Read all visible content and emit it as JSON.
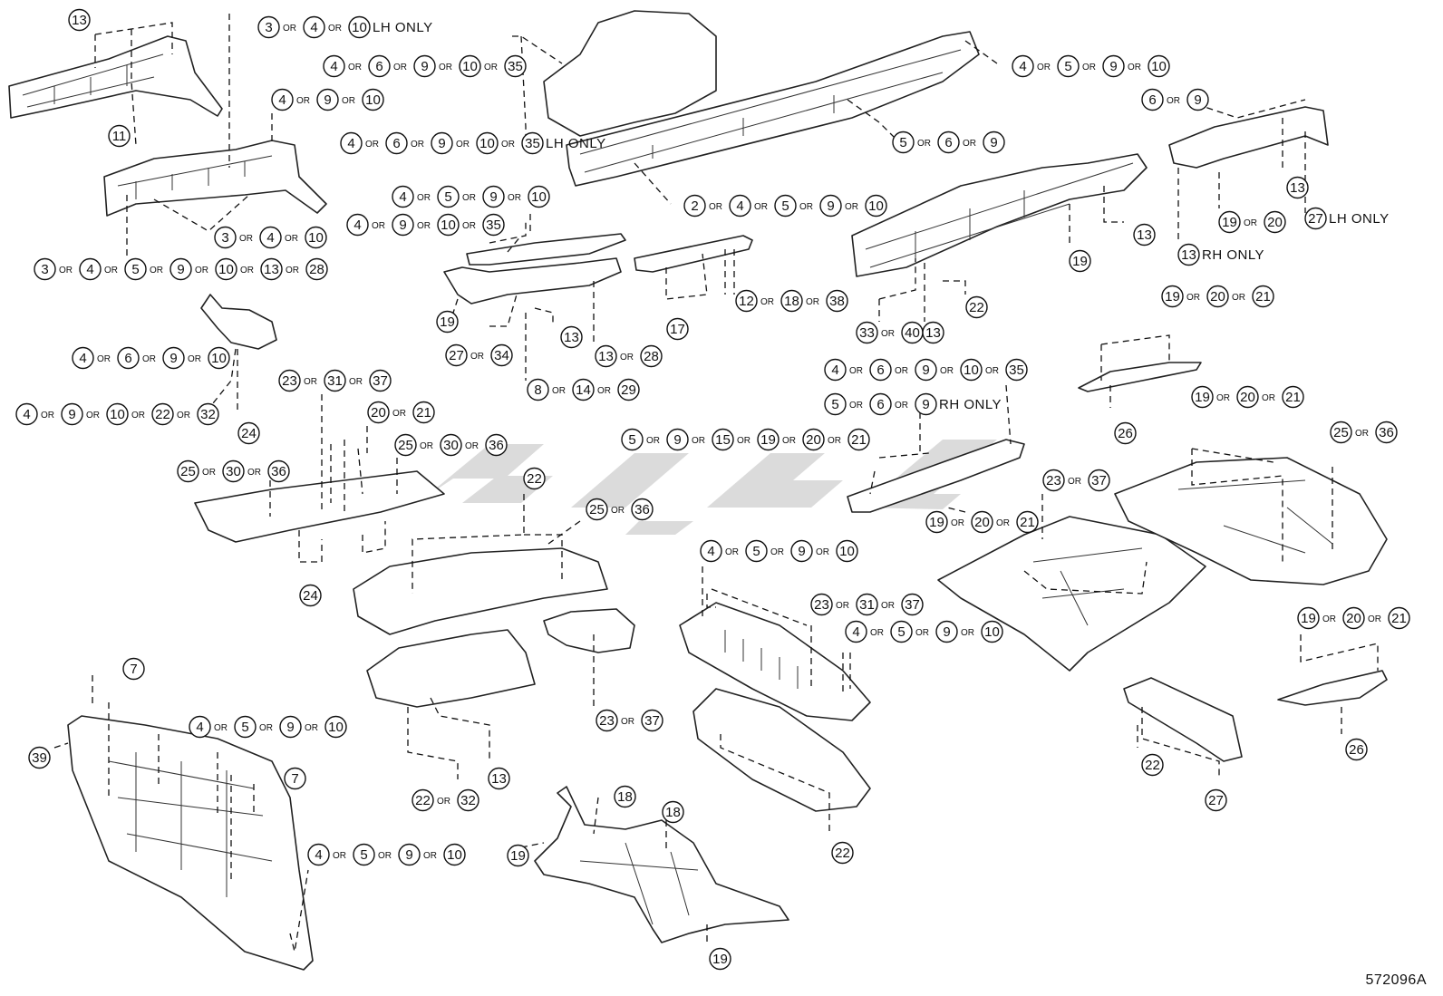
{
  "diagram_code": "572096A",
  "labels": [
    {
      "id": "c01",
      "parts": [
        "13"
      ],
      "note": ""
    },
    {
      "id": "c02",
      "parts": [
        "11"
      ],
      "note": ""
    },
    {
      "id": "c03",
      "parts": [
        "3",
        "4",
        "10"
      ],
      "note": "LH ONLY"
    },
    {
      "id": "c04",
      "parts": [
        "4",
        "9",
        "10"
      ],
      "note": ""
    },
    {
      "id": "c05",
      "parts": [
        "3",
        "4",
        "10"
      ],
      "note": ""
    },
    {
      "id": "c06",
      "parts": [
        "3",
        "4",
        "5",
        "9",
        "10",
        "13",
        "28"
      ],
      "note": ""
    },
    {
      "id": "c07",
      "parts": [
        "4",
        "6",
        "9",
        "10",
        "35"
      ],
      "note": ""
    },
    {
      "id": "c08",
      "parts": [
        "4",
        "6",
        "9",
        "10",
        "35"
      ],
      "note": "LH ONLY"
    },
    {
      "id": "c09",
      "parts": [
        "4",
        "5",
        "9",
        "10"
      ],
      "note": ""
    },
    {
      "id": "c10",
      "parts": [
        "5",
        "6",
        "9"
      ],
      "note": ""
    },
    {
      "id": "c11",
      "parts": [
        "2",
        "4",
        "5",
        "9",
        "10"
      ],
      "note": ""
    },
    {
      "id": "c12",
      "parts": [
        "6",
        "9"
      ],
      "note": ""
    },
    {
      "id": "c13",
      "parts": [
        "13"
      ],
      "note": ""
    },
    {
      "id": "c14",
      "parts": [
        "19",
        "20"
      ],
      "note": ""
    },
    {
      "id": "c15",
      "parts": [
        "27"
      ],
      "note": "LH ONLY"
    },
    {
      "id": "c16",
      "parts": [
        "13"
      ],
      "note": "RH ONLY"
    },
    {
      "id": "c17",
      "parts": [
        "13"
      ],
      "note": ""
    },
    {
      "id": "c18",
      "parts": [
        "19"
      ],
      "note": ""
    },
    {
      "id": "c19",
      "parts": [
        "4",
        "5",
        "9",
        "10"
      ],
      "note": ""
    },
    {
      "id": "c20",
      "parts": [
        "4",
        "9",
        "10",
        "35"
      ],
      "note": ""
    },
    {
      "id": "c21",
      "parts": [
        "19"
      ],
      "note": ""
    },
    {
      "id": "c22",
      "parts": [
        "13"
      ],
      "note": ""
    },
    {
      "id": "c23",
      "parts": [
        "27",
        "34"
      ],
      "note": ""
    },
    {
      "id": "c24",
      "parts": [
        "13",
        "28"
      ],
      "note": ""
    },
    {
      "id": "c25",
      "parts": [
        "8",
        "14",
        "29"
      ],
      "note": ""
    },
    {
      "id": "c26",
      "parts": [
        "17"
      ],
      "note": ""
    },
    {
      "id": "c27",
      "parts": [
        "12",
        "18",
        "38"
      ],
      "note": ""
    },
    {
      "id": "c28",
      "parts": [
        "33",
        "40"
      ],
      "note": ""
    },
    {
      "id": "c29",
      "parts": [
        "13"
      ],
      "note": ""
    },
    {
      "id": "c30",
      "parts": [
        "22"
      ],
      "note": ""
    },
    {
      "id": "c31",
      "parts": [
        "4",
        "6",
        "9",
        "10"
      ],
      "note": ""
    },
    {
      "id": "c32",
      "parts": [
        "4",
        "9",
        "10",
        "22",
        "32"
      ],
      "note": ""
    },
    {
      "id": "c33",
      "parts": [
        "24"
      ],
      "note": ""
    },
    {
      "id": "c34",
      "parts": [
        "23",
        "31",
        "37"
      ],
      "note": ""
    },
    {
      "id": "c35",
      "parts": [
        "20",
        "21"
      ],
      "note": ""
    },
    {
      "id": "c36",
      "parts": [
        "25",
        "30",
        "36"
      ],
      "note": ""
    },
    {
      "id": "c37",
      "parts": [
        "25",
        "30",
        "36"
      ],
      "note": ""
    },
    {
      "id": "c38",
      "parts": [
        "24"
      ],
      "note": ""
    },
    {
      "id": "c39",
      "parts": [
        "22"
      ],
      "note": ""
    },
    {
      "id": "c40",
      "parts": [
        "25",
        "36"
      ],
      "note": ""
    },
    {
      "id": "c41",
      "parts": [
        "4",
        "6",
        "9",
        "10",
        "35"
      ],
      "note": ""
    },
    {
      "id": "c42",
      "parts": [
        "5",
        "6",
        "9"
      ],
      "note": "RH ONLY"
    },
    {
      "id": "c43",
      "parts": [
        "5",
        "9",
        "15",
        "19",
        "20",
        "21"
      ],
      "note": ""
    },
    {
      "id": "c44",
      "parts": [
        "19",
        "20",
        "21"
      ],
      "note": ""
    },
    {
      "id": "c45",
      "parts": [
        "26"
      ],
      "note": ""
    },
    {
      "id": "c46",
      "parts": [
        "19",
        "20",
        "21"
      ],
      "note": ""
    },
    {
      "id": "c47",
      "parts": [
        "25",
        "36"
      ],
      "note": ""
    },
    {
      "id": "c48",
      "parts": [
        "23",
        "37"
      ],
      "note": ""
    },
    {
      "id": "c49",
      "parts": [
        "19",
        "20",
        "21"
      ],
      "note": ""
    },
    {
      "id": "c50",
      "parts": [
        "4",
        "5",
        "9",
        "10"
      ],
      "note": ""
    },
    {
      "id": "c51",
      "parts": [
        "23",
        "31",
        "37"
      ],
      "note": ""
    },
    {
      "id": "c52",
      "parts": [
        "4",
        "5",
        "9",
        "10"
      ],
      "note": ""
    },
    {
      "id": "c53",
      "parts": [
        "23",
        "37"
      ],
      "note": ""
    },
    {
      "id": "c54",
      "parts": [
        "22",
        "32"
      ],
      "note": ""
    },
    {
      "id": "c55",
      "parts": [
        "13"
      ],
      "note": ""
    },
    {
      "id": "c56",
      "parts": [
        "7"
      ],
      "note": ""
    },
    {
      "id": "c57",
      "parts": [
        "4",
        "5",
        "9",
        "10"
      ],
      "note": ""
    },
    {
      "id": "c58",
      "parts": [
        "7"
      ],
      "note": ""
    },
    {
      "id": "c59",
      "parts": [
        "39"
      ],
      "note": ""
    },
    {
      "id": "c60",
      "parts": [
        "4",
        "5",
        "9",
        "10"
      ],
      "note": ""
    },
    {
      "id": "c61",
      "parts": [
        "18"
      ],
      "note": ""
    },
    {
      "id": "c62",
      "parts": [
        "18"
      ],
      "note": ""
    },
    {
      "id": "c63",
      "parts": [
        "19"
      ],
      "note": ""
    },
    {
      "id": "c64",
      "parts": [
        "19"
      ],
      "note": ""
    },
    {
      "id": "c65",
      "parts": [
        "22"
      ],
      "note": ""
    },
    {
      "id": "c66",
      "parts": [
        "19",
        "20",
        "21"
      ],
      "note": ""
    },
    {
      "id": "c67",
      "parts": [
        "26"
      ],
      "note": ""
    },
    {
      "id": "c68",
      "parts": [
        "22"
      ],
      "note": ""
    },
    {
      "id": "c69",
      "parts": [
        "27"
      ],
      "note": ""
    }
  ],
  "or_word": "OR"
}
